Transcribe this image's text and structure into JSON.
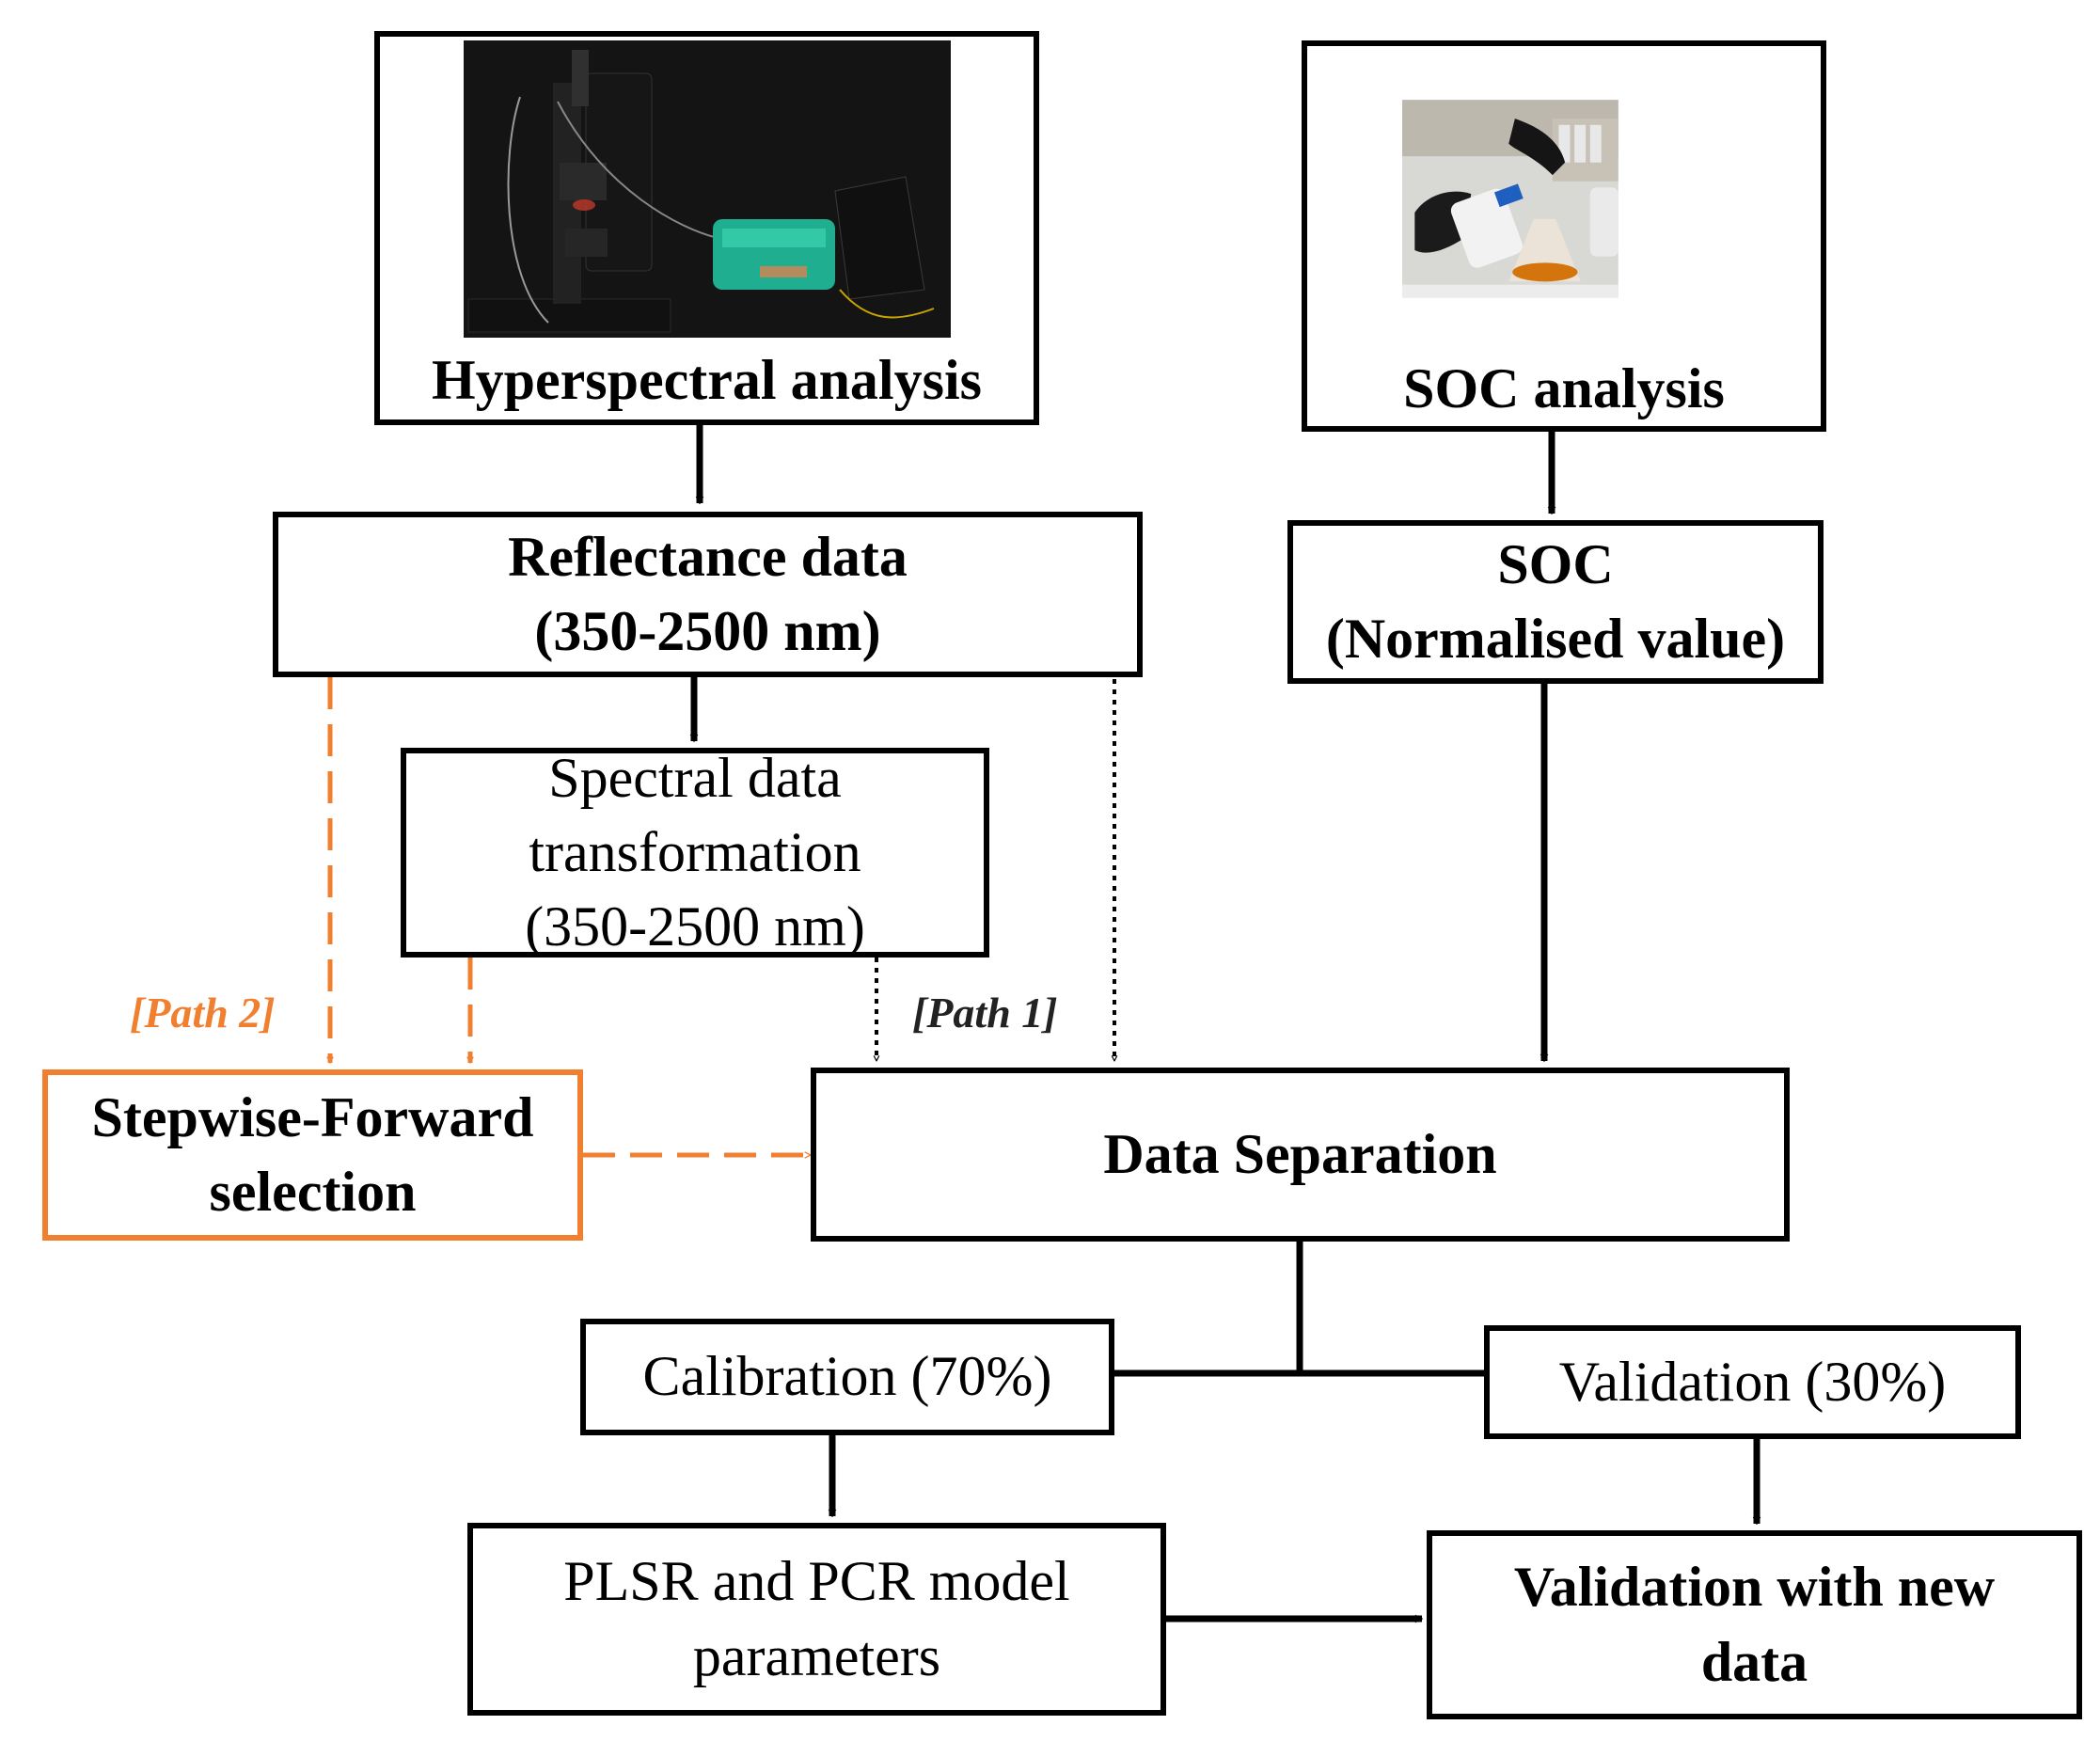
{
  "boxes": {
    "hyperspectral": "Hyperspectral analysis",
    "soc_analysis": "SOC analysis",
    "reflectance_line1": "Reflectance data",
    "reflectance_line2": "(350-2500 nm)",
    "soc_line1": "SOC",
    "soc_line2": "(Normalised value)",
    "transform_line1": "Spectral data",
    "transform_line2": "transformation",
    "transform_line3": "(350-2500 nm)",
    "stepwise_line1": "Stepwise-Forward",
    "stepwise_line2": "selection",
    "separation": "Data Separation",
    "calibration": "Calibration (70%)",
    "validation": "Validation (30%)",
    "models_line1": "PLSR and PCR model",
    "models_line2": "parameters",
    "newdata_line1": "Validation with new",
    "newdata_line2": "data"
  },
  "path_labels": {
    "path1": "[Path 1]",
    "path2": "[Path 2]"
  },
  "colors": {
    "line": "#000000",
    "path2": "#F08030"
  }
}
